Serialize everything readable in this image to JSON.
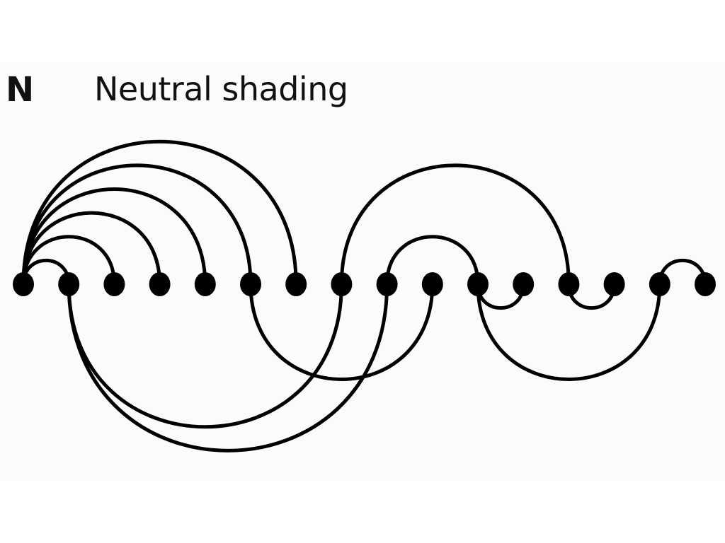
{
  "panel_label": "N",
  "title": "Neutral shading",
  "colors": {
    "stroke": "#000000",
    "text": "#111111",
    "background": "#fbfbfb"
  },
  "diagram": {
    "node_count": 16,
    "arcs_above": [
      [
        0,
        1
      ],
      [
        0,
        2
      ],
      [
        0,
        3
      ],
      [
        0,
        4
      ],
      [
        0,
        5
      ],
      [
        0,
        6
      ],
      [
        7,
        12
      ],
      [
        8,
        10
      ],
      [
        14,
        15
      ]
    ],
    "arcs_below": [
      [
        1,
        7
      ],
      [
        1,
        8
      ],
      [
        5,
        9
      ],
      [
        10,
        11
      ],
      [
        12,
        13
      ],
      [
        10,
        14
      ]
    ]
  }
}
